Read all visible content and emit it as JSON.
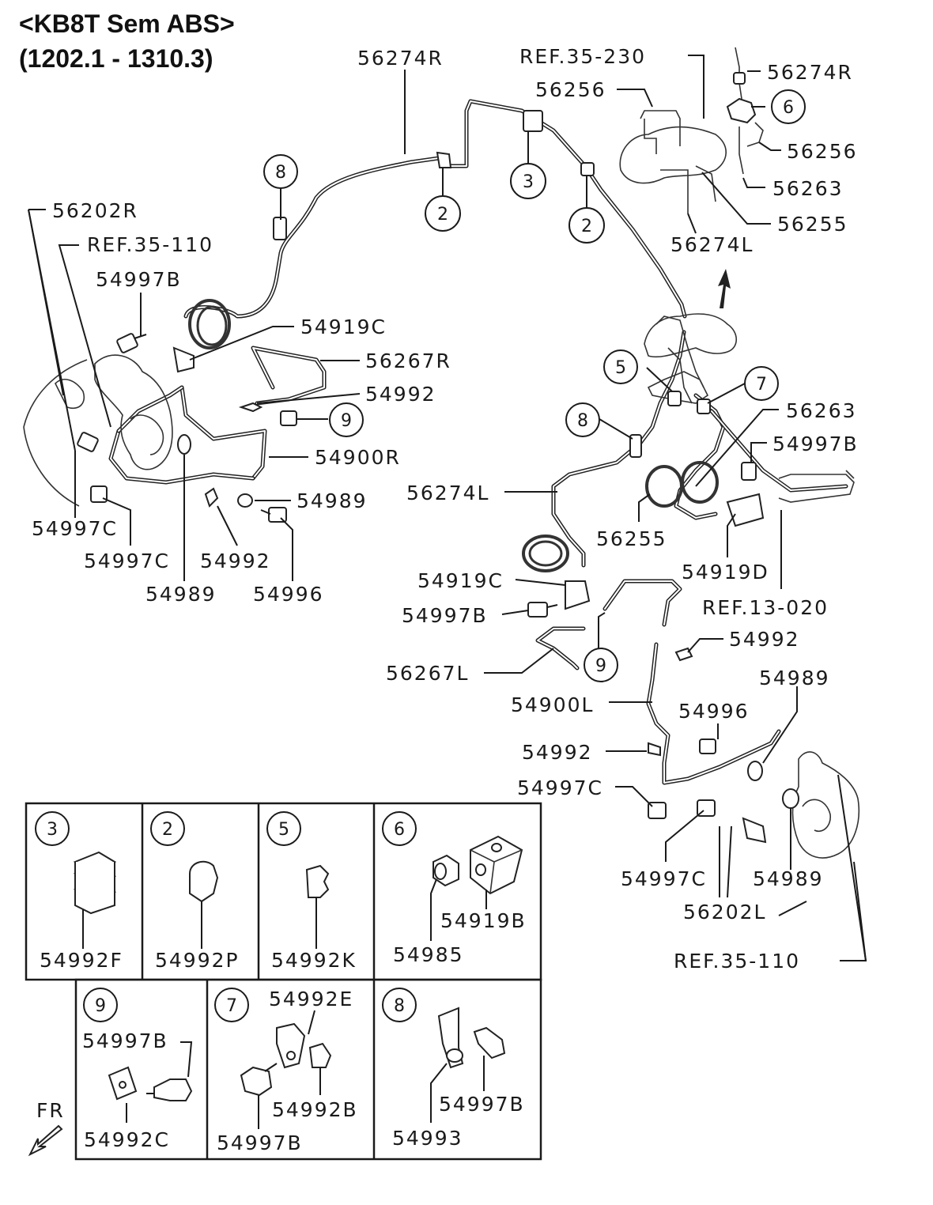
{
  "title": {
    "line1": "<KB8T Sem ABS>",
    "line2": "(1202.1 - 1310.3)"
  },
  "labels": {
    "p56274R_top": "56274R",
    "ref35_230": "REF.35-230",
    "p56274R_right": "56274R",
    "p56256_a": "56256",
    "p56256_b": "56256",
    "p56263_a": "56263",
    "p56255_a": "56255",
    "p56274L_a": "56274L",
    "p56202R": "56202R",
    "ref35_110_a": "REF.35-110",
    "p54997B_a": "54997B",
    "p54919C_a": "54919C",
    "p56267R": "56267R",
    "p54992_a": "54992",
    "p54900R": "54900R",
    "p54989_a": "54989",
    "p54997C_a": "54997C",
    "p54997C_b": "54997C",
    "p54992_b": "54992",
    "p54989_b": "54989",
    "p54996_a": "54996",
    "p56263_b": "56263",
    "p54997B_b": "54997B",
    "p56274L_b": "56274L",
    "p56255_b": "56255",
    "p54919D": "54919D",
    "ref13_020": "REF.13-020",
    "p54919C_b": "54919C",
    "p54997B_c": "54997B",
    "p54992_c": "54992",
    "p56267L": "56267L",
    "p54989_c": "54989",
    "p54900L": "54900L",
    "p54996_b": "54996",
    "p54992_d": "54992",
    "p54997C_c": "54997C",
    "p54997C_d": "54997C",
    "p54989_d": "54989",
    "p56202L": "56202L",
    "ref35_110_b": "REF.35-110"
  },
  "callouts": {
    "c8_a": "8",
    "c2_a": "2",
    "c3_a": "3",
    "c2_b": "2",
    "c6_a": "6",
    "c5_a": "5",
    "c7_a": "7",
    "c8_b": "8",
    "c9_a": "9",
    "c9_b": "9"
  },
  "detail_boxes": {
    "box3": {
      "num": "3",
      "part": "54992F"
    },
    "box2": {
      "num": "2",
      "part": "54992P"
    },
    "box5": {
      "num": "5",
      "part": "54992K"
    },
    "box6": {
      "num": "6",
      "part_a": "54985",
      "part_b": "54919B"
    },
    "box9": {
      "num": "9",
      "part_a": "54997B",
      "part_b": "54992C"
    },
    "box7": {
      "num": "7",
      "part_a": "54992E",
      "part_b": "54992B",
      "part_c": "54997B"
    },
    "box8": {
      "num": "8",
      "part_a": "54993",
      "part_b": "54997B"
    }
  },
  "fr_marker": "FR"
}
